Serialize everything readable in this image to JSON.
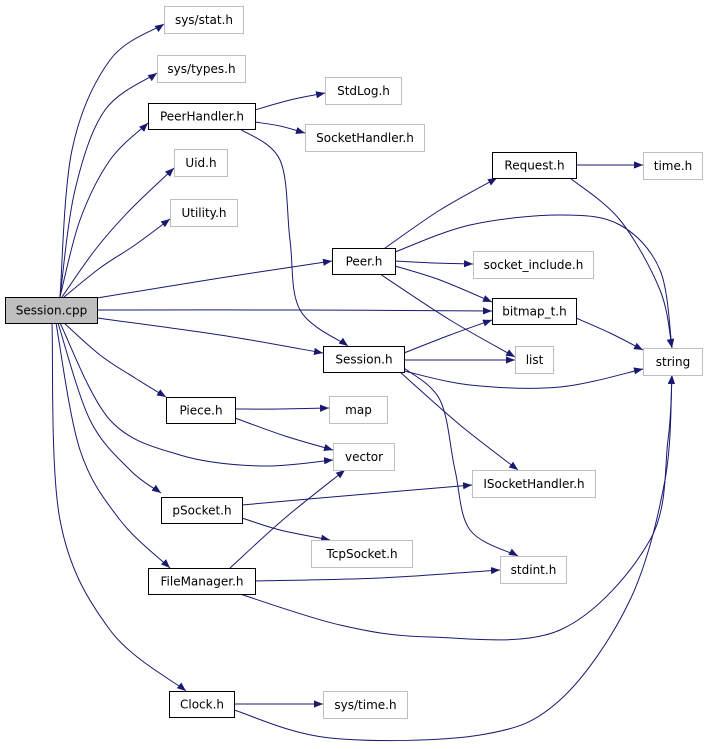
{
  "colors": {
    "edge": "#191970",
    "root_fill": "#bfbfbf",
    "documented_border": "#000000",
    "external_border": "#bfbfbf",
    "background": "#ffffff"
  },
  "nodes": [
    {
      "id": "session_cpp",
      "label": "Session.cpp",
      "kind": "root"
    },
    {
      "id": "sys_stat",
      "label": "sys/stat.h",
      "kind": "external"
    },
    {
      "id": "sys_types",
      "label": "sys/types.h",
      "kind": "external"
    },
    {
      "id": "peerhandler",
      "label": "PeerHandler.h",
      "kind": "documented"
    },
    {
      "id": "stdlog",
      "label": "StdLog.h",
      "kind": "external"
    },
    {
      "id": "sockethandler",
      "label": "SocketHandler.h",
      "kind": "external"
    },
    {
      "id": "uid",
      "label": "Uid.h",
      "kind": "external"
    },
    {
      "id": "utility",
      "label": "Utility.h",
      "kind": "external"
    },
    {
      "id": "request",
      "label": "Request.h",
      "kind": "documented"
    },
    {
      "id": "time_h",
      "label": "time.h",
      "kind": "external"
    },
    {
      "id": "peer",
      "label": "Peer.h",
      "kind": "documented"
    },
    {
      "id": "socket_include",
      "label": "socket_include.h",
      "kind": "external"
    },
    {
      "id": "bitmap",
      "label": "bitmap_t.h",
      "kind": "documented"
    },
    {
      "id": "string",
      "label": "string",
      "kind": "external"
    },
    {
      "id": "session_h",
      "label": "Session.h",
      "kind": "documented"
    },
    {
      "id": "list",
      "label": "list",
      "kind": "external"
    },
    {
      "id": "piece",
      "label": "Piece.h",
      "kind": "documented"
    },
    {
      "id": "map",
      "label": "map",
      "kind": "external"
    },
    {
      "id": "vector",
      "label": "vector",
      "kind": "external"
    },
    {
      "id": "isockethandler",
      "label": "ISocketHandler.h",
      "kind": "external"
    },
    {
      "id": "psocket",
      "label": "pSocket.h",
      "kind": "documented"
    },
    {
      "id": "tcpsocket",
      "label": "TcpSocket.h",
      "kind": "external"
    },
    {
      "id": "stdint",
      "label": "stdint.h",
      "kind": "external"
    },
    {
      "id": "filemanager",
      "label": "FileManager.h",
      "kind": "documented"
    },
    {
      "id": "clock",
      "label": "Clock.h",
      "kind": "documented"
    },
    {
      "id": "sys_time",
      "label": "sys/time.h",
      "kind": "external"
    }
  ],
  "edges": [
    {
      "from": "session_cpp",
      "to": "sys_stat"
    },
    {
      "from": "session_cpp",
      "to": "sys_types"
    },
    {
      "from": "session_cpp",
      "to": "peerhandler"
    },
    {
      "from": "session_cpp",
      "to": "uid"
    },
    {
      "from": "session_cpp",
      "to": "utility"
    },
    {
      "from": "session_cpp",
      "to": "peer"
    },
    {
      "from": "session_cpp",
      "to": "bitmap"
    },
    {
      "from": "session_cpp",
      "to": "session_h"
    },
    {
      "from": "session_cpp",
      "to": "piece"
    },
    {
      "from": "session_cpp",
      "to": "vector"
    },
    {
      "from": "session_cpp",
      "to": "psocket"
    },
    {
      "from": "session_cpp",
      "to": "filemanager"
    },
    {
      "from": "session_cpp",
      "to": "clock"
    },
    {
      "from": "peerhandler",
      "to": "stdlog"
    },
    {
      "from": "peerhandler",
      "to": "sockethandler"
    },
    {
      "from": "peerhandler",
      "to": "session_h"
    },
    {
      "from": "request",
      "to": "time_h"
    },
    {
      "from": "request",
      "to": "string"
    },
    {
      "from": "peer",
      "to": "request"
    },
    {
      "from": "peer",
      "to": "string"
    },
    {
      "from": "peer",
      "to": "socket_include"
    },
    {
      "from": "peer",
      "to": "bitmap"
    },
    {
      "from": "peer",
      "to": "list"
    },
    {
      "from": "bitmap",
      "to": "string"
    },
    {
      "from": "session_h",
      "to": "bitmap"
    },
    {
      "from": "session_h",
      "to": "list"
    },
    {
      "from": "session_h",
      "to": "string"
    },
    {
      "from": "session_h",
      "to": "isockethandler"
    },
    {
      "from": "session_h",
      "to": "stdint"
    },
    {
      "from": "piece",
      "to": "map"
    },
    {
      "from": "piece",
      "to": "vector"
    },
    {
      "from": "psocket",
      "to": "isockethandler"
    },
    {
      "from": "psocket",
      "to": "tcpsocket"
    },
    {
      "from": "filemanager",
      "to": "vector"
    },
    {
      "from": "filemanager",
      "to": "stdint"
    },
    {
      "from": "filemanager",
      "to": "string"
    },
    {
      "from": "clock",
      "to": "sys_time"
    },
    {
      "from": "clock",
      "to": "string"
    }
  ]
}
